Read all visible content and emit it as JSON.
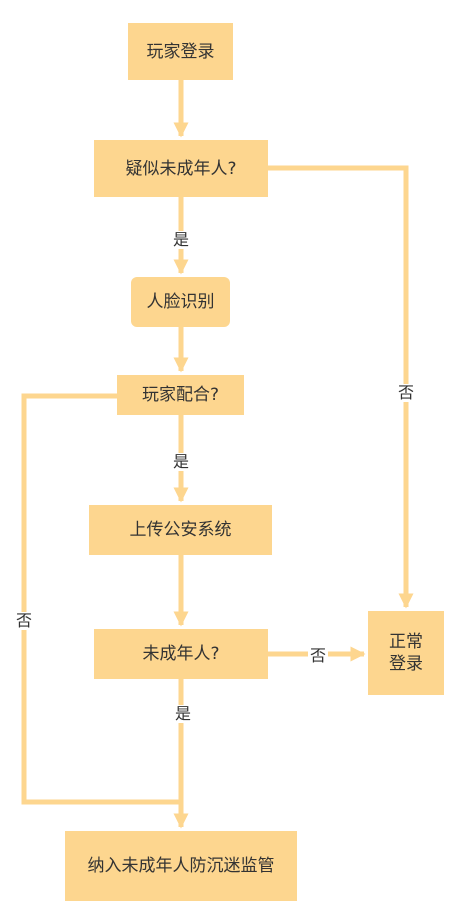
{
  "colors": {
    "node_fill": "#fdd68f",
    "edge": "#fdd68f",
    "text": "#333333"
  },
  "nodes": {
    "login": "玩家登录",
    "suspected_minor": "疑似未成年人?",
    "face_recognition": "人脸识别",
    "player_cooperate": "玩家配合?",
    "upload_police": "上传公安系统",
    "is_minor": "未成年人?",
    "normal_login_line1": "正常",
    "normal_login_line2": "登录",
    "anti_addiction": "纳入未成年人防沉迷监管"
  },
  "edge_labels": {
    "suspected_yes": "是",
    "suspected_no": "否",
    "cooperate_yes": "是",
    "cooperate_no": "否",
    "minor_no": "否",
    "minor_yes": "是"
  }
}
